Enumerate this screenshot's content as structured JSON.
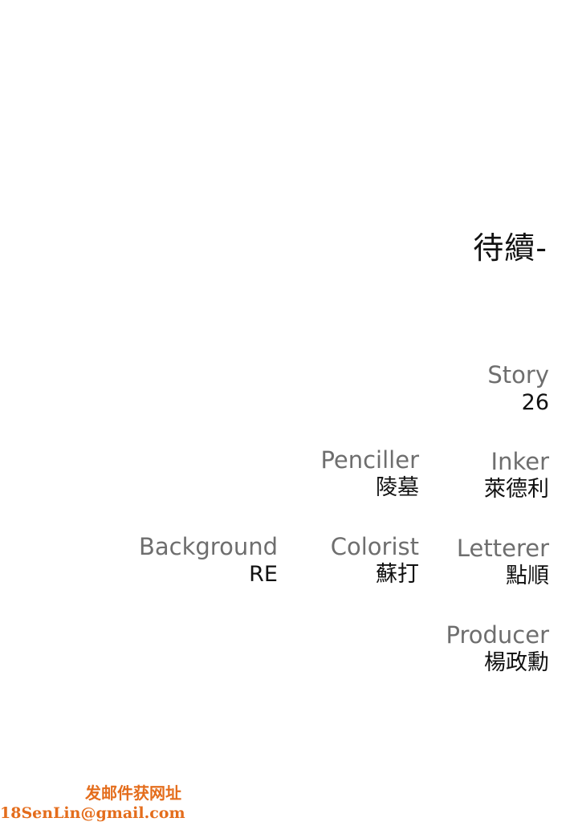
{
  "page": {
    "to_be_continued": "待續-"
  },
  "credits": [
    {
      "role": "Story",
      "name": "26"
    },
    {
      "role": "Penciller",
      "name": "陵墓"
    },
    {
      "role": "Inker",
      "name": "萊德利"
    },
    {
      "role": "Background",
      "name": "RE"
    },
    {
      "role": "Colorist",
      "name": "蘇打"
    },
    {
      "role": "Letterer",
      "name": "點順"
    },
    {
      "role": "Producer",
      "name": "楊政勳"
    }
  ],
  "watermark": {
    "line1": "发邮件获网址",
    "line2": "18SenLin@gmail.com",
    "color": "#e46d1c"
  }
}
